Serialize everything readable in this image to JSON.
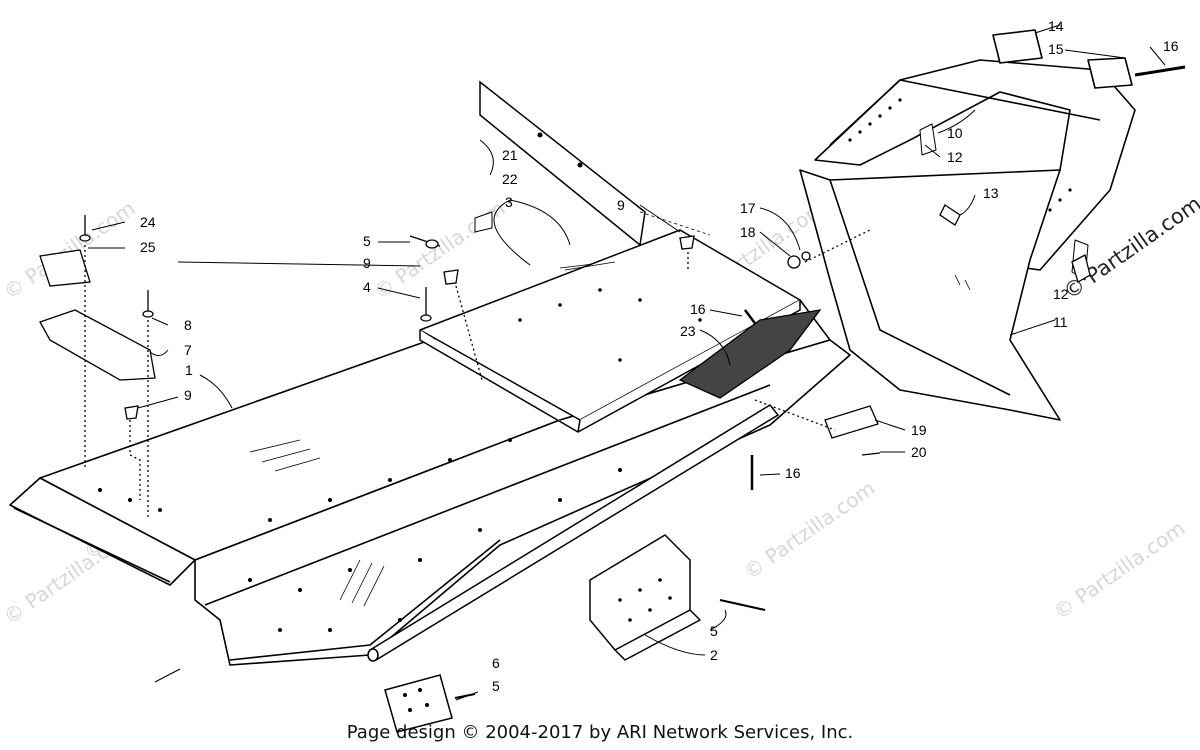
{
  "diagram": {
    "callouts": [
      "1",
      "2",
      "3",
      "4",
      "5",
      "5",
      "5",
      "6",
      "7",
      "8",
      "9",
      "9",
      "9",
      "9",
      "10",
      "11",
      "12",
      "12",
      "13",
      "14",
      "15",
      "16",
      "16",
      "16",
      "17",
      "18",
      "19",
      "20",
      "21",
      "22",
      "23",
      "24",
      "25"
    ],
    "watermark": "© Partzilla.com",
    "side_watermark": "© Partzilla.com"
  },
  "footer": {
    "copyright": "Page design © 2004-2017 by ARI Network Services, Inc."
  }
}
